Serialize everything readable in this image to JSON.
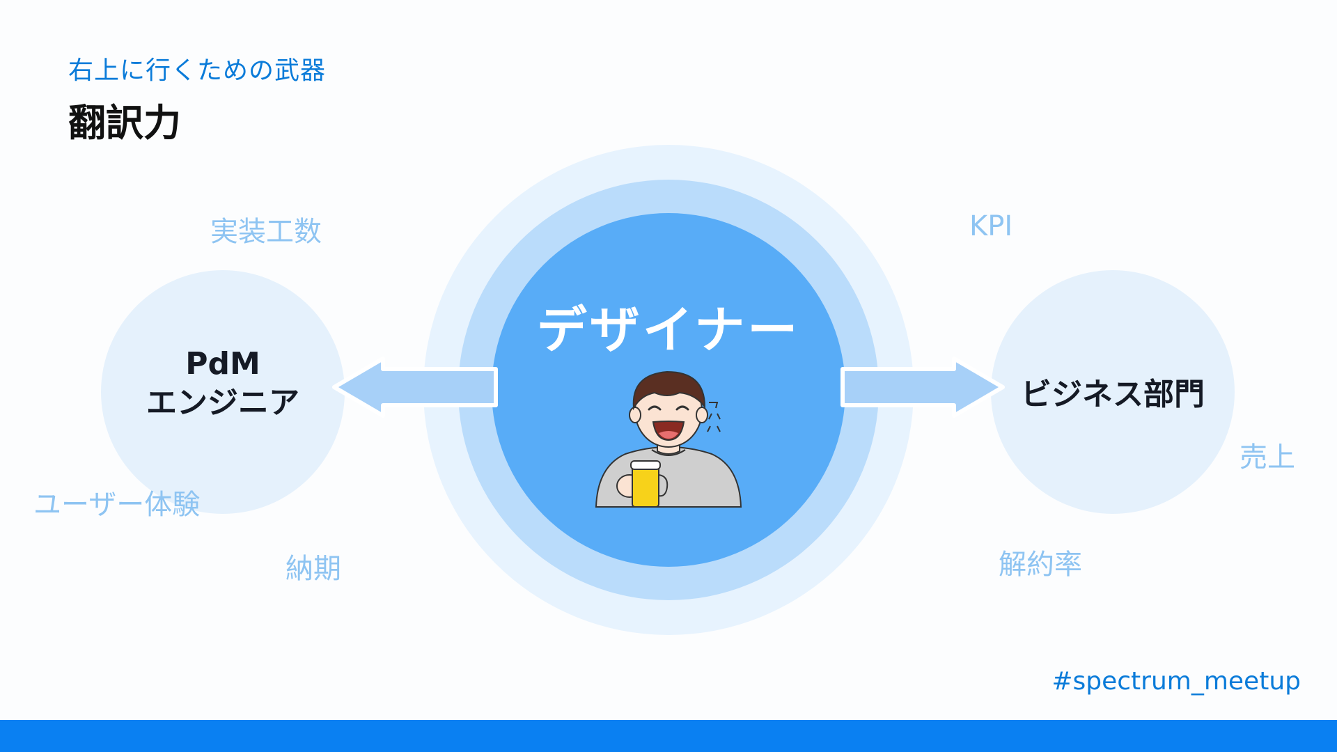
{
  "slide": {
    "subtitle": "右上に行くための武器",
    "title": "翻訳力"
  },
  "center": {
    "label": "デザイナー",
    "illustration_icon": "laughing-person-with-beer"
  },
  "left_node": {
    "line1": "PdM",
    "line2": "エンジニア"
  },
  "right_node": {
    "label": "ビジネス部門"
  },
  "left_keywords": [
    "実装工数",
    "ユーザー体験",
    "納期"
  ],
  "right_keywords": [
    "KPI",
    "売上",
    "解約率"
  ],
  "footer": {
    "hashtag": "#spectrum_meetup"
  },
  "colors": {
    "accent": "#0a80f2",
    "ring_outer": "#e7f3fe",
    "ring_middle": "#badcfb",
    "ring_inner": "#58acf7",
    "side_node": "#e5f1fc",
    "keyword": "#8ec4f2",
    "arrow": "#a7d0f8"
  }
}
